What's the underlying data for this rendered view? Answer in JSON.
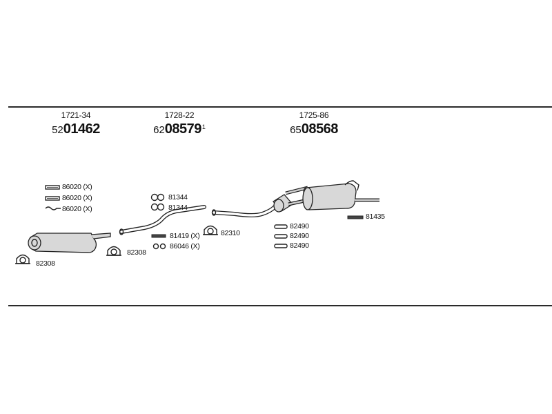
{
  "sections": [
    {
      "ref": "1721-34",
      "prefix": "52",
      "number": "01462",
      "mark": ""
    },
    {
      "ref": "1728-22",
      "prefix": "62",
      "number": "08579",
      "mark": "1"
    },
    {
      "ref": "1725-86",
      "prefix": "65",
      "number": "08568",
      "mark": ""
    }
  ],
  "labels": {
    "front_strap_1": "86020 (X)",
    "front_strap_2": "86020 (X)",
    "front_strap_3": "86020 (X)",
    "front_clamp": "82308",
    "mid_clamp": "82308",
    "mid_ring_1": "81344",
    "mid_ring_2": "81344",
    "mid_gasket": "81419 (X)",
    "mid_nut": "86046 (X)",
    "rear_clamp": "82310",
    "rear_hanger_1": "82490",
    "rear_hanger_2": "82490",
    "rear_hanger_3": "82490",
    "rear_bolt": "81435"
  }
}
